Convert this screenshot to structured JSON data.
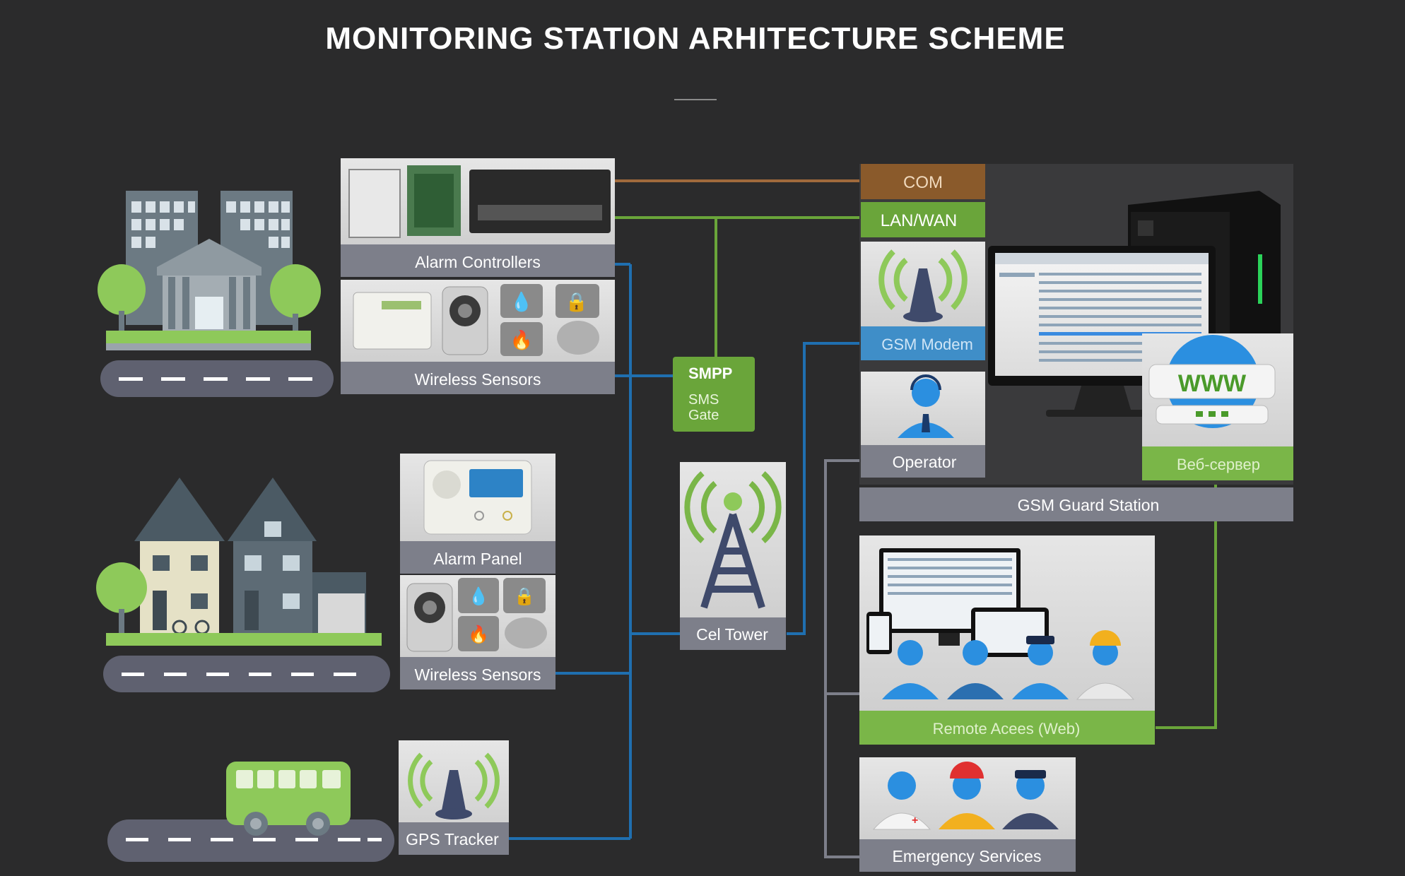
{
  "title": "MONITORING STATION ARHITECTURE SCHEME",
  "colors": {
    "background": "#2b2b2c",
    "card": "#dadada",
    "label_bar": "#7d7f8a",
    "green_bar": "#7ab648",
    "brown_bar": "#8a5a2b",
    "blue_bar": "#3f8ec8",
    "blue_line": "#1f6fb0",
    "green_line": "#6aa53a",
    "gray_line": "#7d7f8a",
    "brown_line": "#a06a3c"
  },
  "icons": {
    "office": "office-building-icon",
    "houses": "houses-icon",
    "bus": "bus-icon",
    "antenna": "antenna-icon",
    "tower": "cell-tower-icon",
    "operator": "operator-headset-icon",
    "server": "server-tower-icon",
    "web": "www-icon"
  },
  "labels": {
    "alarm_controllers": "Alarm Controllers",
    "wireless_sensors_1": "Wireless Sensors",
    "alarm_panel": "Alarm Panel",
    "wireless_sensors_2": "Wireless Sensors",
    "gps_tracker": "GPS Tracker",
    "smpp": "SMPP",
    "sms": "SMS",
    "gate": "Gate",
    "cel_tower": "Cel Tower",
    "com": "COM",
    "lan_wan": "LAN/WAN",
    "gsm_modem": "GSM Modem",
    "operator": "Operator",
    "web_server": "Веб-сервер",
    "www": "WWW",
    "gsm_guard_station": "GSM Guard Station",
    "remote_access": "Remote Acees (Web)",
    "emergency_services": "Emergency Services"
  }
}
